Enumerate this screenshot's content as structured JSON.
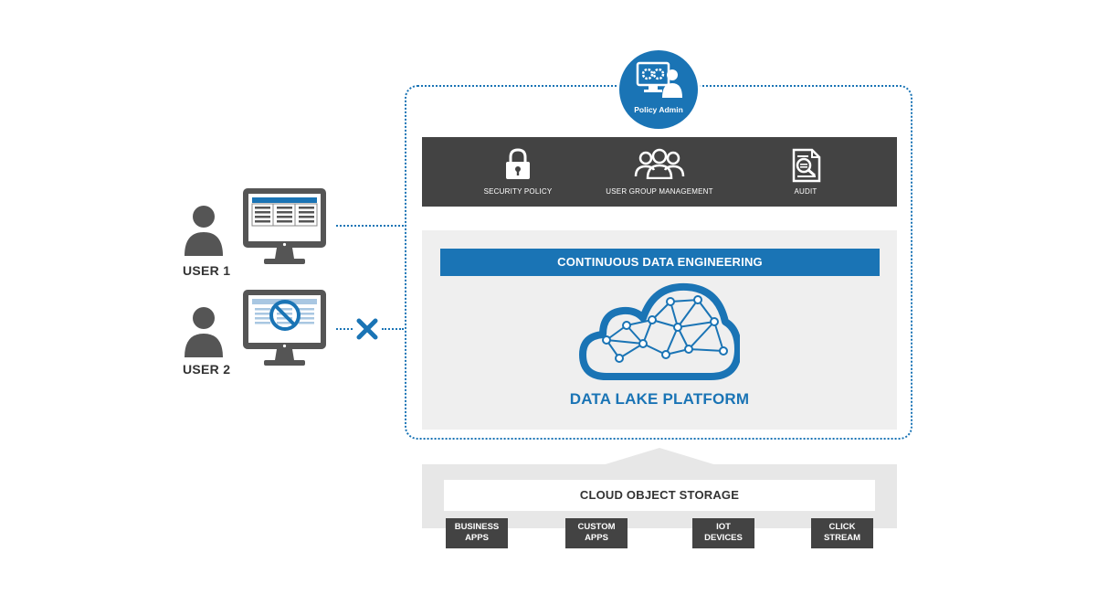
{
  "users": [
    {
      "label": "USER 1",
      "access": "allowed"
    },
    {
      "label": "USER 2",
      "access": "denied"
    }
  ],
  "admin": {
    "label": "Policy Admin"
  },
  "policies": [
    {
      "label": "SECURITY POLICY",
      "icon": "lock-icon"
    },
    {
      "label": "USER GROUP MANAGEMENT",
      "icon": "user-group-icon"
    },
    {
      "label": "AUDIT",
      "icon": "audit-document-icon"
    }
  ],
  "platform": {
    "banner": "CONTINUOUS DATA ENGINEERING",
    "title": "DATA LAKE PLATFORM"
  },
  "storage": {
    "label": "CLOUD OBJECT STORAGE",
    "sources": [
      {
        "line1": "BUSINESS",
        "line2": "APPS"
      },
      {
        "line1": "CUSTOM",
        "line2": "APPS"
      },
      {
        "line1": "IOT",
        "line2": "DEVICES"
      },
      {
        "line1": "CLICK",
        "line2": "STREAM"
      }
    ]
  },
  "colors": {
    "accent": "#1a74b5",
    "dark": "#434343",
    "light_grey": "#efefef",
    "icon_grey": "#555555"
  }
}
